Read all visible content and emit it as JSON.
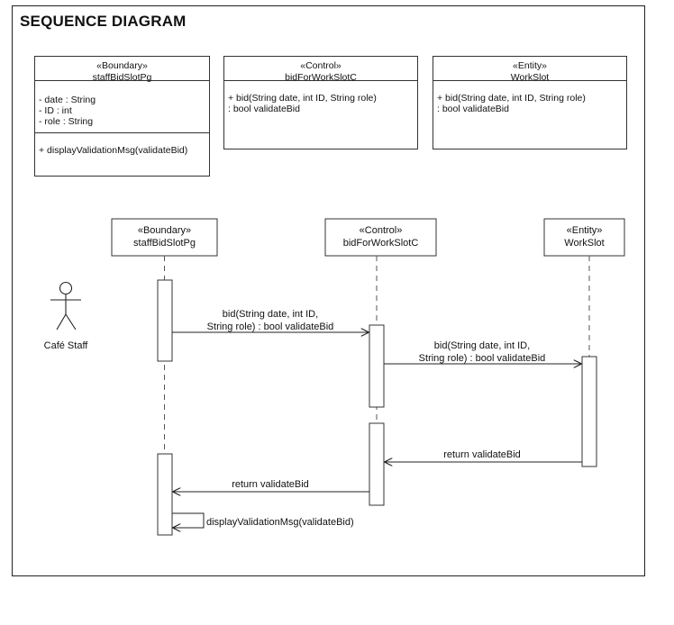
{
  "title": "SEQUENCE DIAGRAM",
  "classes": [
    {
      "stereotype": "«Boundary»",
      "name": "staffBidSlotPg",
      "attributes": [
        "- date : String",
        "- ID : int",
        "- role : String"
      ],
      "operations": [
        "+ displayValidationMsg(validateBid)"
      ]
    },
    {
      "stereotype": "«Control»",
      "name": "bidForWorkSlotC",
      "operations": [
        "+ bid(String date, int ID, String role)",
        ": bool validateBid"
      ]
    },
    {
      "stereotype": "«Entity»",
      "name": "WorkSlot",
      "operations": [
        "+ bid(String date, int ID, String role)",
        ": bool validateBid"
      ]
    }
  ],
  "actor": {
    "label": "Café Staff"
  },
  "lifelines": [
    {
      "stereotype": "«Boundary»",
      "name": "staffBidSlotPg"
    },
    {
      "stereotype": "«Control»",
      "name": "bidForWorkSlotC"
    },
    {
      "stereotype": "«Entity»",
      "name": "WorkSlot"
    }
  ],
  "messages": [
    {
      "line1": "bid(String date, int ID,",
      "line2": "String role) : bool validateBid"
    },
    {
      "line1": "bid(String date, int ID,",
      "line2": "String role) : bool validateBid"
    },
    {
      "line1": "return validateBid"
    },
    {
      "line1": "return validateBid"
    },
    {
      "line1": "displayValidationMsg(validateBid)"
    }
  ]
}
